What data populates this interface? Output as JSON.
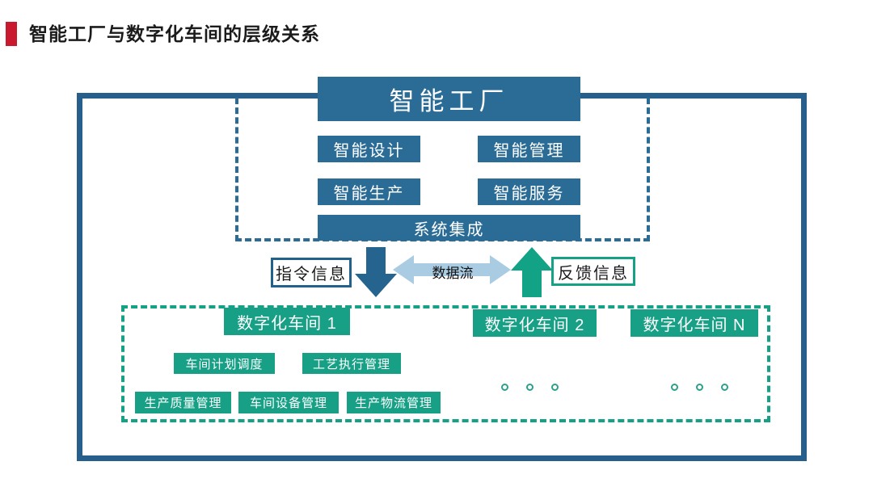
{
  "page_title": "智能工厂与数字化车间的层级关系",
  "colors": {
    "accent_red": "#C9192E",
    "box_blue": "#2B6C96",
    "outer_border_blue": "#265F8C",
    "down_arrow_blue": "#24648F",
    "data_arrow_light_blue": "#A9CCE3",
    "up_arrow_green": "#12A286",
    "workshop_green": "#17A086",
    "text_dark": "#1b1b1b"
  },
  "factory": {
    "title": "智能工厂",
    "functions": [
      "智能设计",
      "智能管理",
      "智能生产",
      "智能服务"
    ],
    "integration": "系统集成"
  },
  "flow": {
    "command_label": "指令信息",
    "data_stream_label": "数据流",
    "feedback_label": "反馈信息"
  },
  "workshops": {
    "headers": [
      "数字化车间 1",
      "数字化车间 2",
      "数字化车间 N"
    ],
    "modules_row1": [
      "车间计划调度",
      "工艺执行管理"
    ],
    "modules_row2": [
      "生产质量管理",
      "车间设备管理",
      "生产物流管理"
    ]
  }
}
